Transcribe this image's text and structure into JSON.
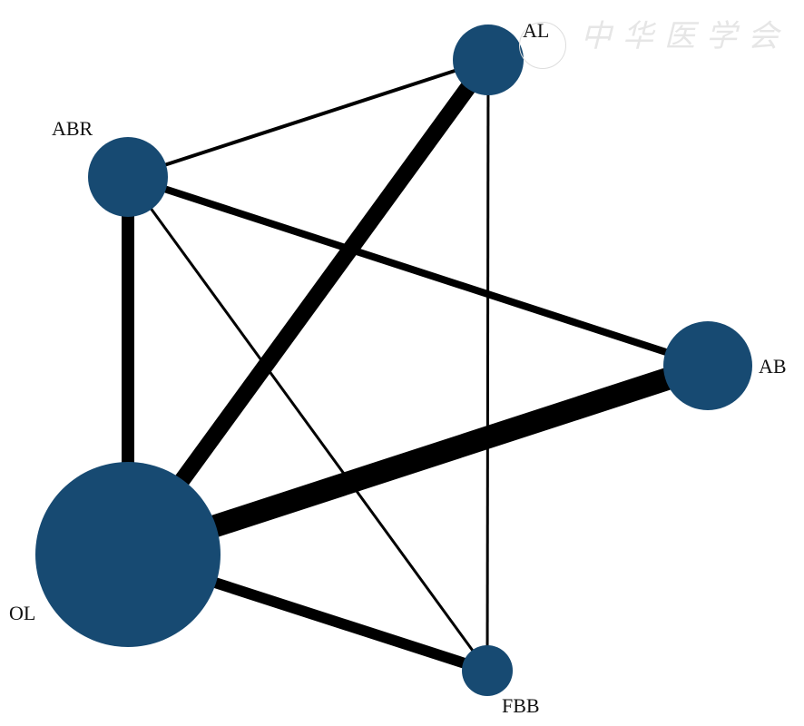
{
  "diagram": {
    "type": "network",
    "node_color": "#174a72",
    "edge_color": "#000000",
    "nodes": [
      {
        "id": "AL",
        "label": "AL",
        "size": 39
      },
      {
        "id": "ABR",
        "label": "ABR",
        "size": 44
      },
      {
        "id": "AB",
        "label": "AB",
        "size": 49
      },
      {
        "id": "OL",
        "label": "OL",
        "size": 102
      },
      {
        "id": "FBB",
        "label": "FBB",
        "size": 28
      }
    ],
    "edges": [
      {
        "from": "ABR",
        "to": "AL",
        "weight": 4
      },
      {
        "from": "ABR",
        "to": "AB",
        "weight": 8
      },
      {
        "from": "ABR",
        "to": "OL",
        "weight": 14
      },
      {
        "from": "ABR",
        "to": "FBB",
        "weight": 3
      },
      {
        "from": "AL",
        "to": "OL",
        "weight": 18
      },
      {
        "from": "AL",
        "to": "FBB",
        "weight": 3
      },
      {
        "from": "AB",
        "to": "OL",
        "weight": 25
      },
      {
        "from": "OL",
        "to": "FBB",
        "weight": 12
      }
    ]
  },
  "watermark": "中华医学会"
}
